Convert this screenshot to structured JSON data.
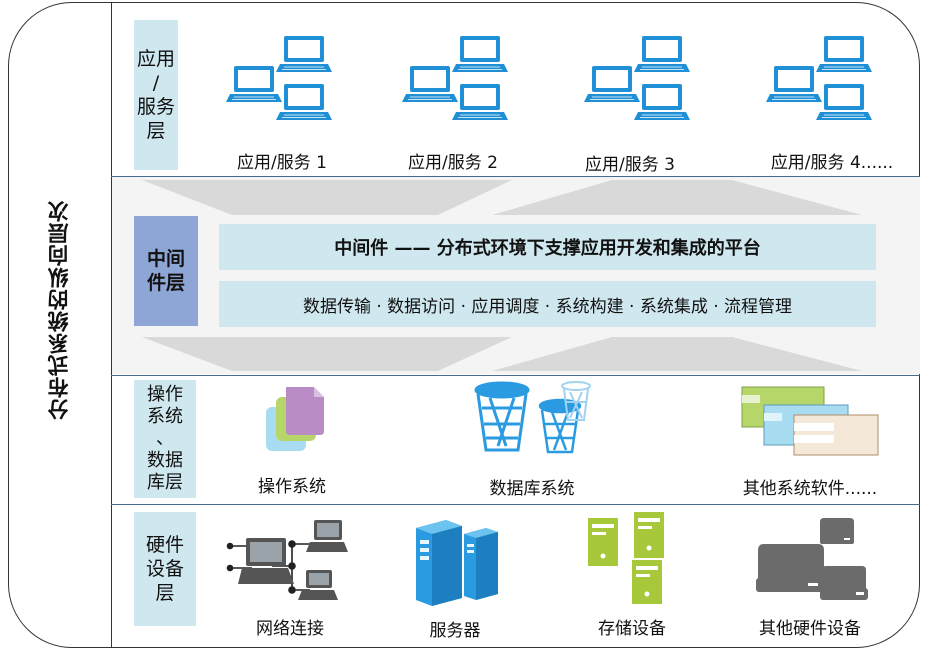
{
  "title": "分布式系统的纵向层次",
  "layers": {
    "application": {
      "label": "应用\n/\n服务\n层",
      "items": [
        "应用/服务 1",
        "应用/服务 2",
        "应用/服务 3",
        "应用/服务 4......"
      ]
    },
    "middleware": {
      "label": "中间\n件层",
      "title": "中间件 —— 分布式环境下支撑应用开发和集成的平台",
      "subtitle": "数据传输 · 数据访问 · 应用调度 · 系统构建 · 系统集成 · 流程管理"
    },
    "os_db": {
      "label": "操作\n系统\n、\n数据\n库层",
      "items": [
        "操作系统",
        "数据库系统",
        "其他系统软件......"
      ]
    },
    "hardware": {
      "label": "硬件\n设备\n层",
      "items": [
        "网络连接",
        "服务器",
        "存储设备",
        "其他硬件设备"
      ]
    }
  },
  "colors": {
    "label_bg": "#cfe7ee",
    "middleware_label_bg": "#8ea6d5",
    "laptop_blue": "#1f8fd6",
    "server_blue": "#2a9be0",
    "storage_green": "#a8c83c",
    "device_gray": "#6b6b6b"
  }
}
